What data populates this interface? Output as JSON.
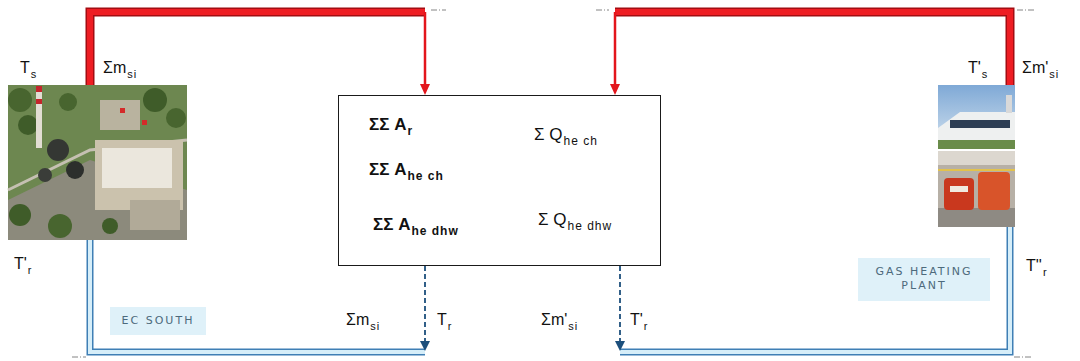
{
  "diagram": {
    "nodes": [
      {
        "text": [
          "EC SOUTH"
        ]
      },
      {
        "text": [
          "ΣΣ Ar",
          "ΣΣ Ahe ch",
          "ΣΣ Ahe dhw",
          "Σ Qhe ch",
          "Σ Qhe dhw"
        ]
      },
      {
        "text": [
          "GAS HEATING PLANT"
        ]
      }
    ],
    "edges": [
      {
        "from": 0,
        "to": 1,
        "arrow": "to"
      },
      {
        "from": 2,
        "to": 1,
        "arrow": "to"
      },
      {
        "from": 1,
        "to": 0,
        "arrow": "to"
      },
      {
        "from": 1,
        "to": 2,
        "arrow": "to"
      }
    ],
    "labels": [
      "Ts",
      "Σmsi",
      "T's",
      "Σm'si",
      "T'r",
      "T''r",
      "Σmsi",
      "Tr",
      "Σm'si",
      "T'r"
    ]
  }
}
